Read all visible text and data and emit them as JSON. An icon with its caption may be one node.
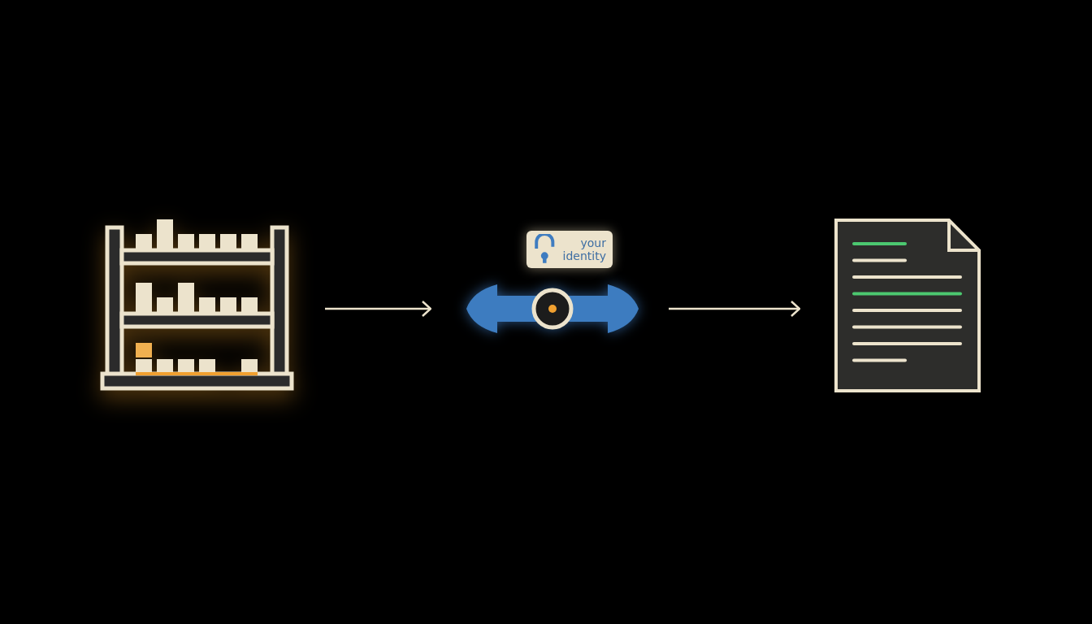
{
  "diagram": {
    "nodes": [
      {
        "text": [],
        "shape": "picture"
      },
      {
        "text": [
          "your identity"
        ]
      },
      {
        "text": [],
        "shape": "picture"
      },
      {
        "text": [],
        "shape": "picture"
      }
    ],
    "edges": [
      {
        "from": 0,
        "to": 2,
        "arrow": "to"
      },
      {
        "from": 2,
        "to": 3,
        "arrow": "to"
      }
    ]
  }
}
